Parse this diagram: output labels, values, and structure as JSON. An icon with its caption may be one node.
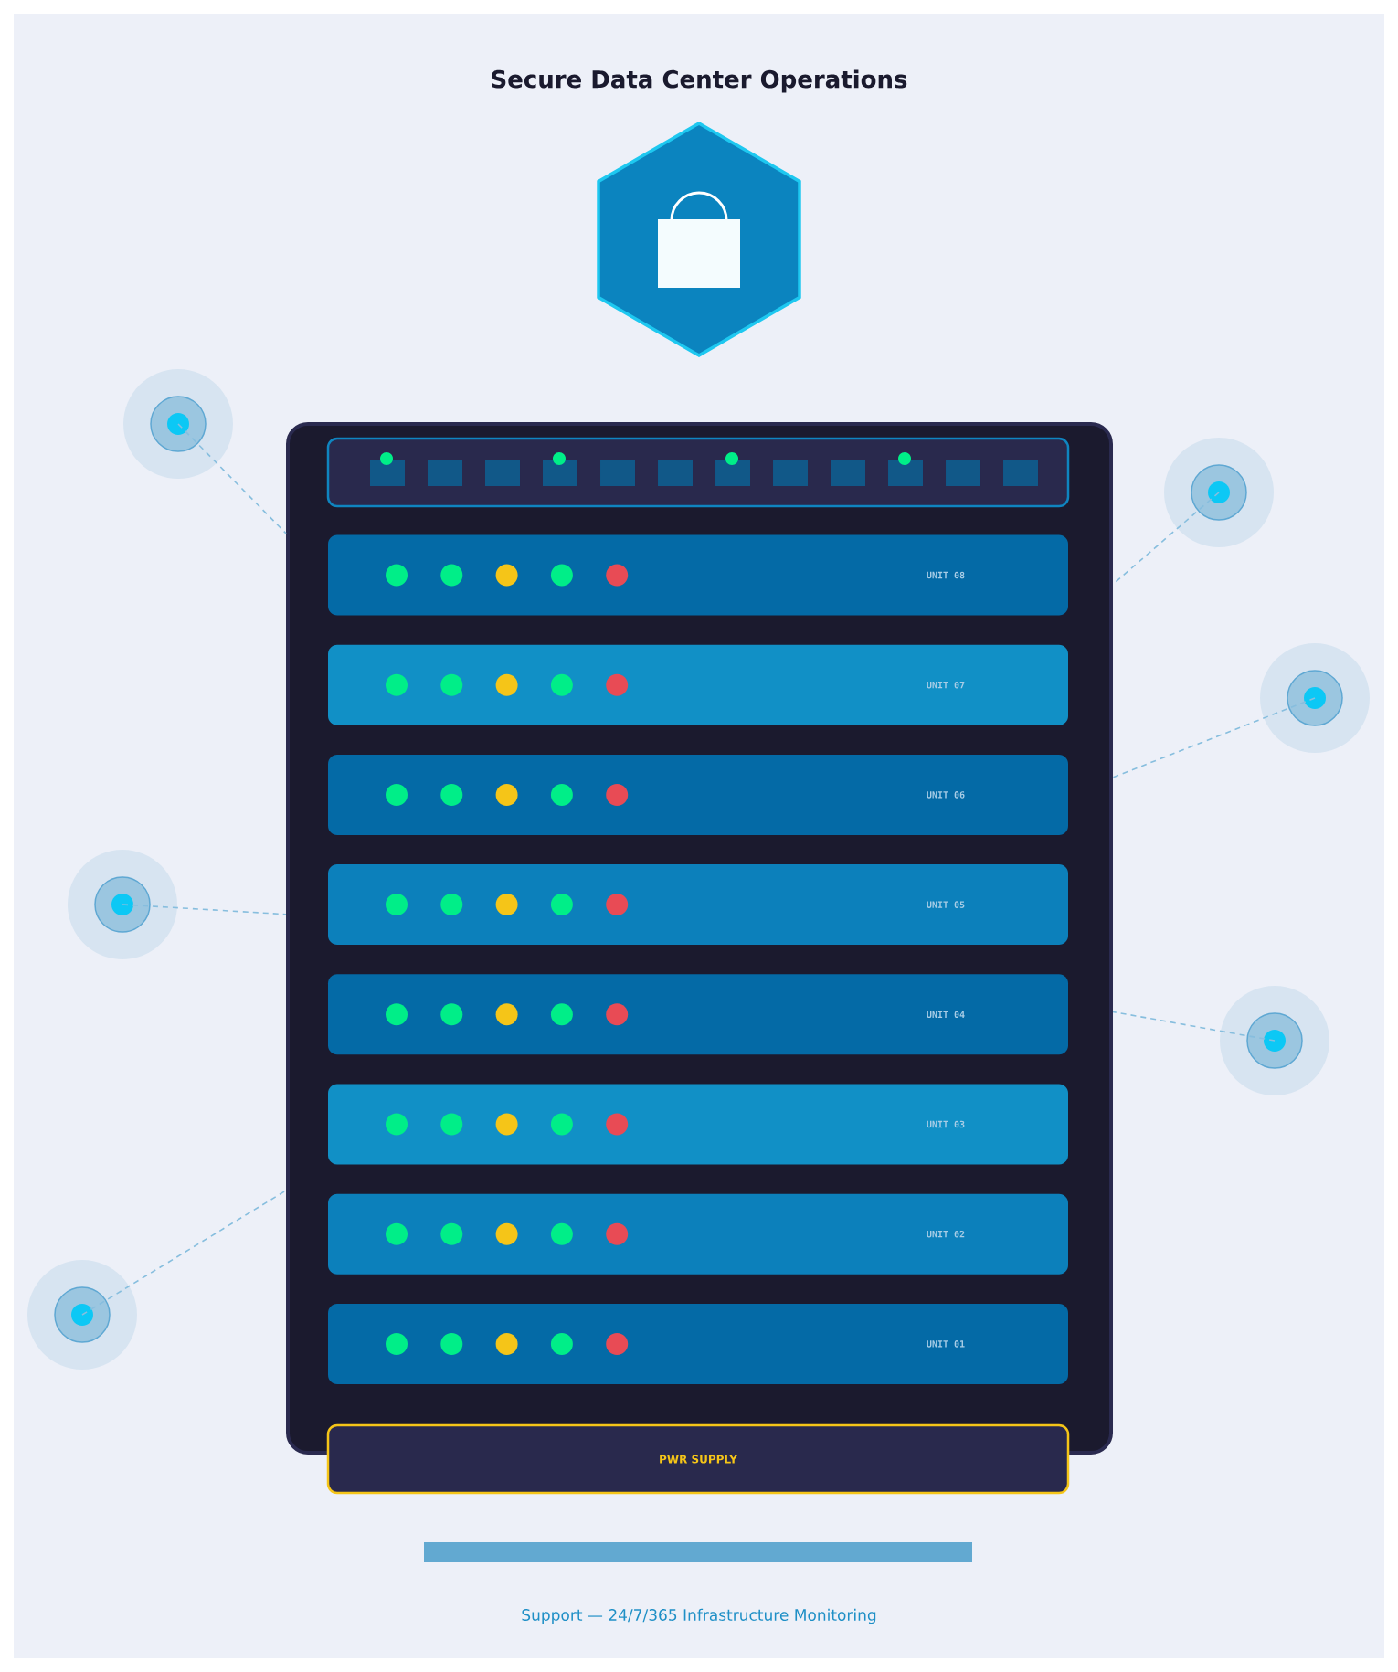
{
  "diagram": {
    "title": "Secure Data Center Operations",
    "nodes": [
      {
        "text": [],
        "shape": "box"
      },
      {
        "text": [],
        "shape": "box",
        "in": 0
      },
      {
        "text": [
          "UNIT 08"
        ],
        "in": 0
      },
      {
        "text": [
          "UNIT 07"
        ],
        "in": 0
      },
      {
        "text": [
          "UNIT 06"
        ],
        "in": 0
      },
      {
        "text": [
          "UNIT 05"
        ],
        "in": 0
      },
      {
        "text": [
          "UNIT 04"
        ],
        "in": 0
      },
      {
        "text": [
          "UNIT 03"
        ],
        "in": 0
      },
      {
        "text": [
          "UNIT 02"
        ],
        "in": 0
      },
      {
        "text": [
          "UNIT 01"
        ],
        "in": 0
      },
      {
        "text": [
          "PWR SUPPLY"
        ]
      },
      {
        "text": [],
        "shape": "circle"
      },
      {
        "text": [],
        "shape": "circle"
      },
      {
        "text": [],
        "shape": "circle"
      },
      {
        "text": [],
        "shape": "circle"
      },
      {
        "text": [],
        "shape": "circle"
      },
      {
        "text": [],
        "shape": "circle"
      },
      {
        "text": [],
        "shape": "bar"
      }
    ],
    "edges": [
      {
        "from": 11,
        "to": 0,
        "arrow": "none",
        "style": "dashed"
      },
      {
        "from": 12,
        "to": 0,
        "arrow": "none",
        "style": "dashed"
      },
      {
        "from": 13,
        "to": 0,
        "arrow": "none",
        "style": "dashed"
      },
      {
        "from": 14,
        "to": 0,
        "arrow": "none",
        "style": "dashed"
      },
      {
        "from": 15,
        "to": 0,
        "arrow": "none",
        "style": "dashed"
      },
      {
        "from": 16,
        "to": 0,
        "arrow": "none",
        "style": "dashed"
      }
    ],
    "labels": [
      "Support — 24/7/365 Infrastructure Monitoring"
    ]
  }
}
